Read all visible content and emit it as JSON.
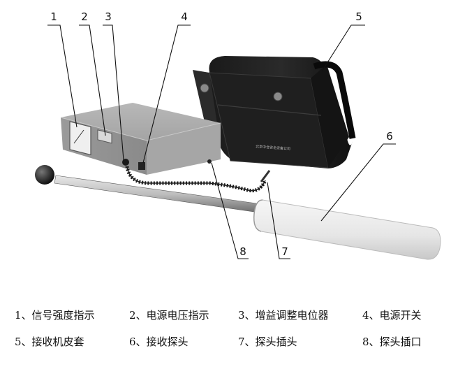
{
  "callouts": [
    "1",
    "2",
    "3",
    "4",
    "5",
    "6",
    "7",
    "8"
  ],
  "device_label": "北京中合安全设备公司",
  "legend": {
    "row1": [
      "1、信号强度指示",
      "2、电源电压指示",
      "3、增益调整电位器",
      "4、电源开关"
    ],
    "row2": [
      "5、接收机皮套",
      "6、接收探头",
      "7、探头插头",
      "8、探头插口"
    ]
  }
}
